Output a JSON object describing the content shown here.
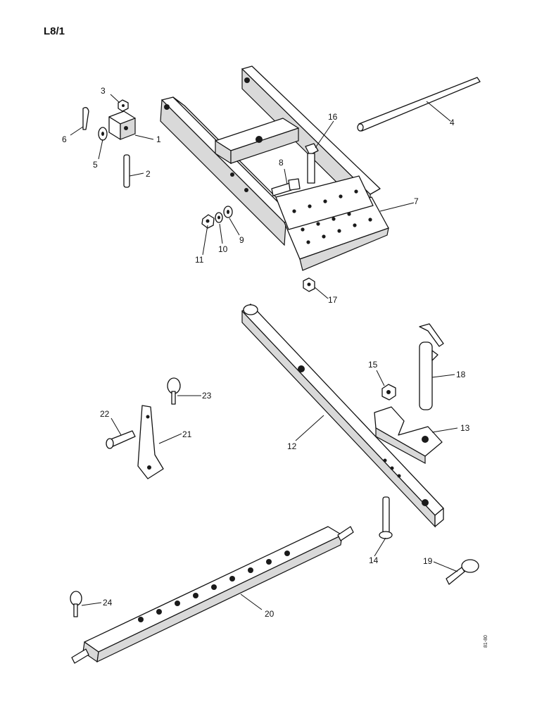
{
  "page_code": "L8/1",
  "side_code": "81-80",
  "callouts": [
    {
      "id": "1",
      "label": "1"
    },
    {
      "id": "2",
      "label": "2"
    },
    {
      "id": "3",
      "label": "3"
    },
    {
      "id": "4",
      "label": "4"
    },
    {
      "id": "5",
      "label": "5"
    },
    {
      "id": "6",
      "label": "6"
    },
    {
      "id": "7",
      "label": "7"
    },
    {
      "id": "8",
      "label": "8"
    },
    {
      "id": "9",
      "label": "9"
    },
    {
      "id": "10",
      "label": "10"
    },
    {
      "id": "11",
      "label": "11"
    },
    {
      "id": "12",
      "label": "12"
    },
    {
      "id": "13",
      "label": "13"
    },
    {
      "id": "14",
      "label": "14"
    },
    {
      "id": "15",
      "label": "15"
    },
    {
      "id": "16",
      "label": "16"
    },
    {
      "id": "17",
      "label": "17"
    },
    {
      "id": "18",
      "label": "18"
    },
    {
      "id": "19",
      "label": "19"
    },
    {
      "id": "20",
      "label": "20"
    },
    {
      "id": "21",
      "label": "21"
    },
    {
      "id": "22",
      "label": "22"
    },
    {
      "id": "23",
      "label": "23"
    },
    {
      "id": "24",
      "label": "24"
    }
  ]
}
